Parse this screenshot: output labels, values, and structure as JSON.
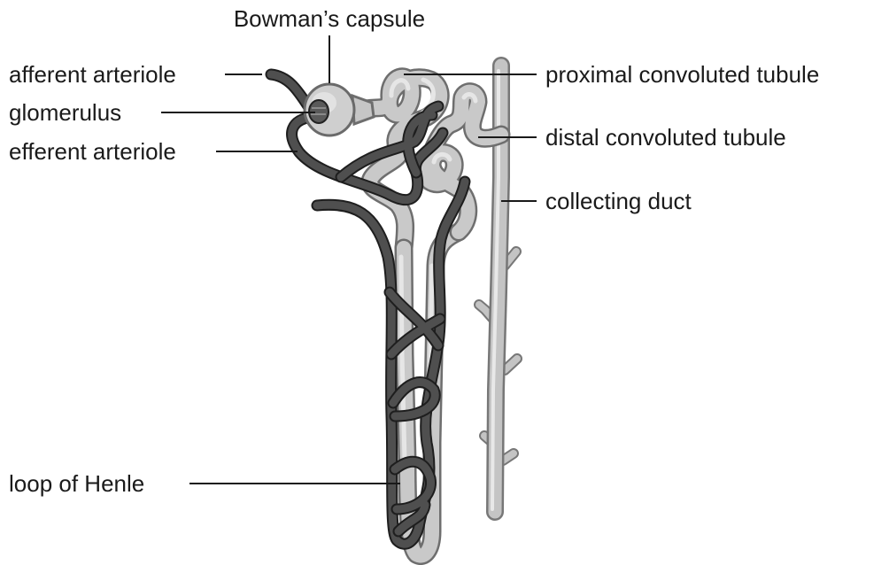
{
  "labels": {
    "bowmans_capsule": "Bowman’s capsule",
    "afferent_arteriole": "afferent arteriole",
    "glomerulus": "glomerulus",
    "efferent_arteriole": "efferent arteriole",
    "proximal_convoluted_tubule": "proximal convoluted tubule",
    "distal_convoluted_tubule": "distal convoluted tubule",
    "collecting_duct": "collecting duct",
    "loop_of_henle": "loop of Henle"
  },
  "colors": {
    "text": "#1a1a1a",
    "blood_vessel": "#3c3c3c",
    "tubule": "#c9c9c9",
    "tubule_outline": "#6e6e6e",
    "background": "#ffffff"
  }
}
